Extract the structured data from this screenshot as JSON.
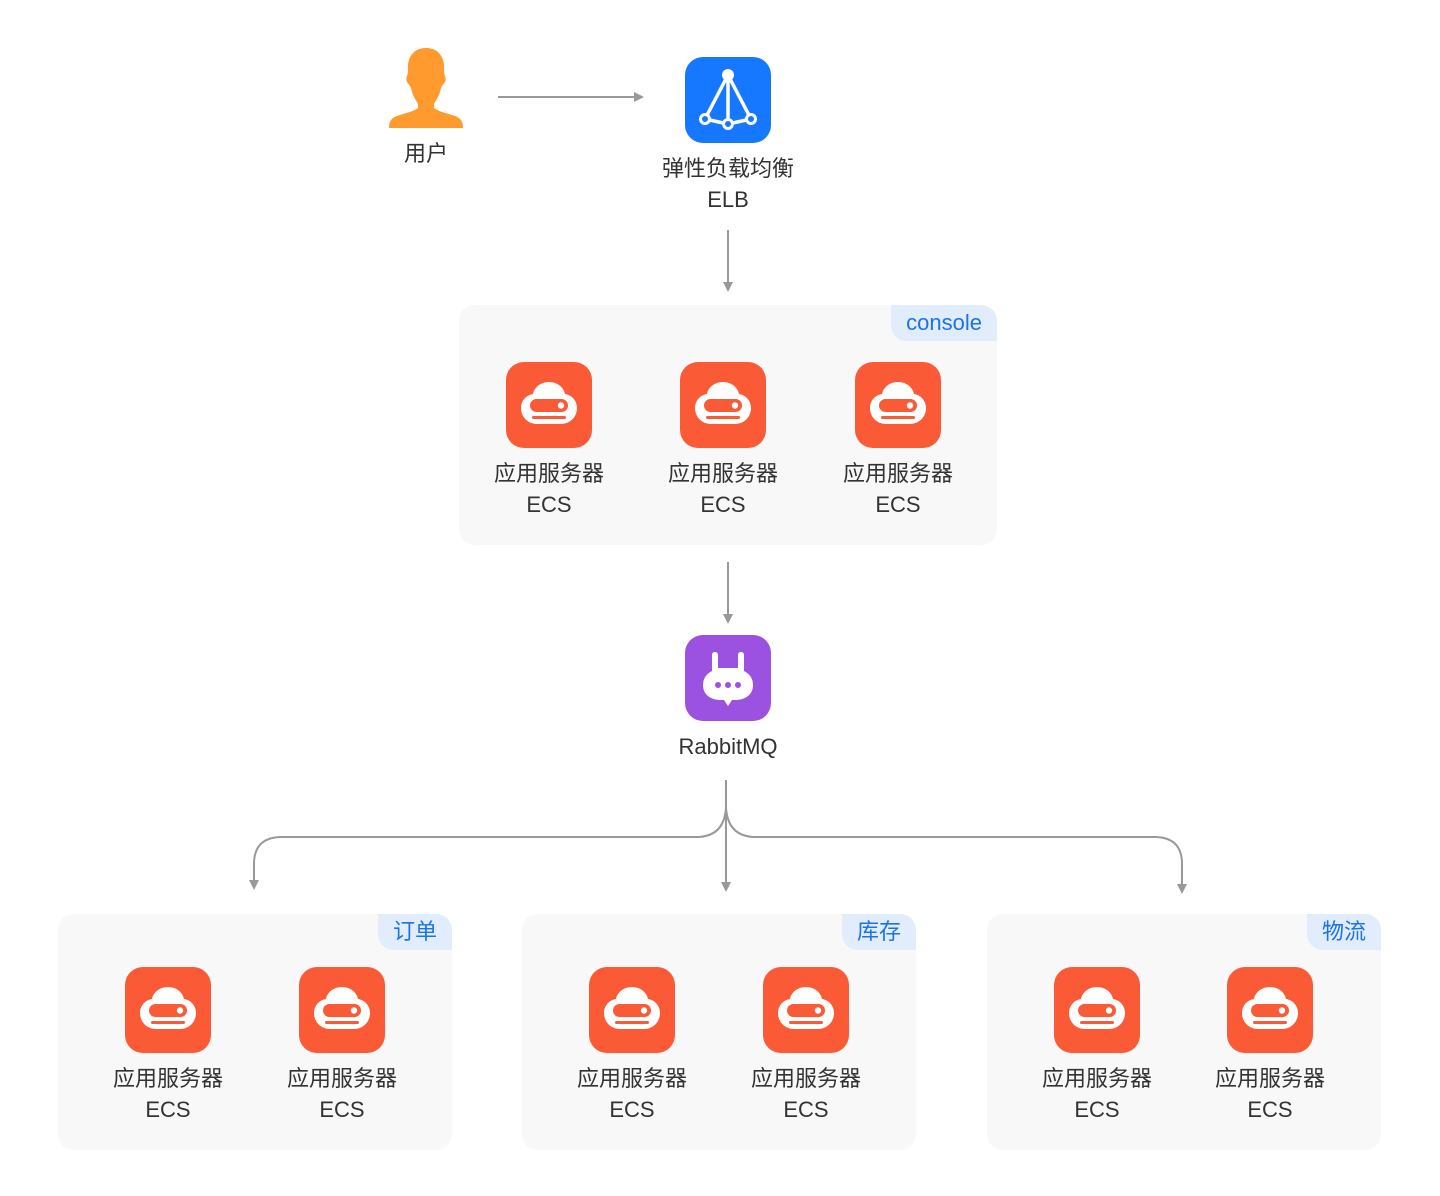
{
  "colors": {
    "user": "#ff9a2e",
    "elb": "#1677ff",
    "ecs": "#fa5a36",
    "rabbitmq": "#9b52e0",
    "tag_bg": "#e1ecfd",
    "tag_text": "#1a73e8",
    "group_bg": "#f8f8f8",
    "connector": "#999999"
  },
  "user": {
    "label": "用户",
    "icon": "user-icon"
  },
  "elb": {
    "label": "弹性负载均衡",
    "sublabel": "ELB",
    "icon": "load-balancer-icon"
  },
  "rabbitmq": {
    "label": "RabbitMQ",
    "icon": "rabbitmq-icon"
  },
  "groups": [
    {
      "tag": "console",
      "nodes": [
        {
          "label": "应用服务器",
          "sublabel": "ECS"
        },
        {
          "label": "应用服务器",
          "sublabel": "ECS"
        },
        {
          "label": "应用服务器",
          "sublabel": "ECS"
        }
      ]
    },
    {
      "tag": "订单",
      "nodes": [
        {
          "label": "应用服务器",
          "sublabel": "ECS"
        },
        {
          "label": "应用服务器",
          "sublabel": "ECS"
        }
      ]
    },
    {
      "tag": "库存",
      "nodes": [
        {
          "label": "应用服务器",
          "sublabel": "ECS"
        },
        {
          "label": "应用服务器",
          "sublabel": "ECS"
        }
      ]
    },
    {
      "tag": "物流",
      "nodes": [
        {
          "label": "应用服务器",
          "sublabel": "ECS"
        },
        {
          "label": "应用服务器",
          "sublabel": "ECS"
        }
      ]
    }
  ],
  "edges": [
    {
      "from": "user",
      "to": "elb"
    },
    {
      "from": "elb",
      "to": "console"
    },
    {
      "from": "console",
      "to": "rabbitmq"
    },
    {
      "from": "rabbitmq",
      "to": "订单"
    },
    {
      "from": "rabbitmq",
      "to": "库存"
    },
    {
      "from": "rabbitmq",
      "to": "物流"
    }
  ]
}
